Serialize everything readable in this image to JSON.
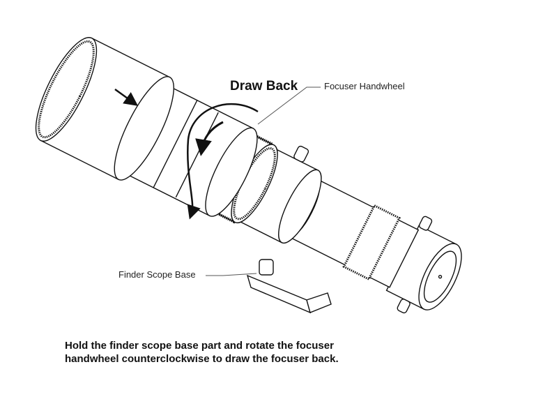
{
  "diagram": {
    "title": "Draw Back",
    "labels": {
      "focuser_handwheel": "Focuser Handwheel",
      "finder_scope_base": "Finder Scope Base"
    },
    "caption": [
      "Hold the finder scope base part and rotate the focuser",
      "handwheel counterclockwise to draw the focuser back."
    ],
    "colors": {
      "line": "#111111",
      "fill": "#ffffff",
      "leader": "#555555"
    }
  }
}
